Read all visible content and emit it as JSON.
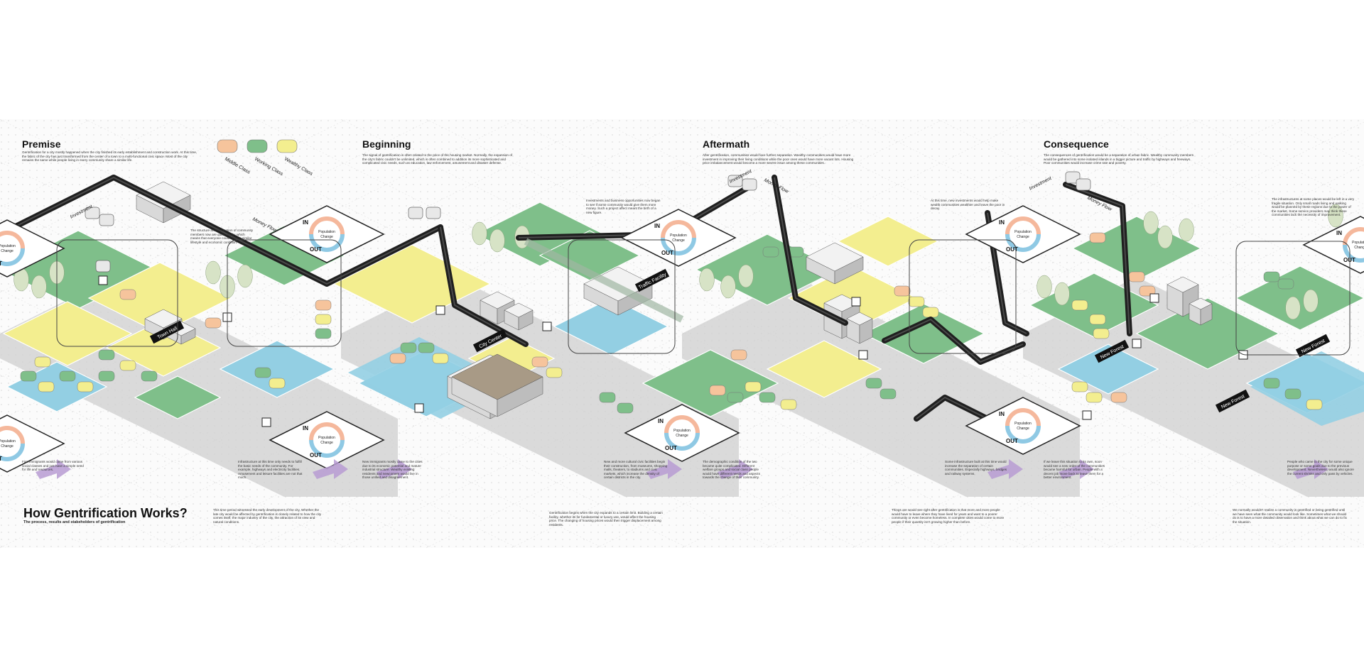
{
  "colors": {
    "background": "#ffffff",
    "dot_grid": "#d6d6d6",
    "green": "#7fbf8a",
    "green_dark": "#5a9e68",
    "yellow": "#f3ee8f",
    "blue": "#93cfe3",
    "peach": "#f6c49c",
    "grey_ground": "#cfcfcf",
    "money_flow": "#1f1f1f",
    "purple_arrow": "#b79bd2",
    "ring_in": "#f5b89c",
    "ring_out": "#8fc9e4"
  },
  "sections": [
    {
      "title": "Premise"
    },
    {
      "title": "Beginning"
    },
    {
      "title": "Aftermath"
    },
    {
      "title": "Consequence"
    }
  ],
  "legend": [
    {
      "label": "Middle Class",
      "color": "#f6c49c"
    },
    {
      "label": "Working Class",
      "color": "#7fbf8a"
    },
    {
      "label": "Wealthy Class",
      "color": "#f3ee8f"
    }
  ],
  "flow_labels": {
    "investment": "Investment",
    "money_flow": "Money Flow"
  },
  "population": {
    "in": "IN",
    "out": "OUT",
    "label_line1": "Population",
    "label_line2": "Change"
  },
  "tags": {
    "town_hall": "Town Hall",
    "city_center": "City Center",
    "traffic_facility": "Traffic Facility",
    "new_forest": "New Forest"
  },
  "footer": {
    "title": "How Gentrification Works?",
    "subtitle": "The process, results and stakeholders of gentrification"
  },
  "paragraphs": {
    "premise_intro": "Gentrification for a city mostly happened when the city finished its early establishment and construction work. At this time, the fabric of the city has just transformed from the center of a town to a multi-functional civic space. Most of the city remains the same while people living in every community share a similar life.",
    "beginning_intro": "The signal of gentrification is often related to the price of the housing market. Normally, the expansion of the city's fabric couldn't be unlimited, which is often combined to addition its more sophisticated and complicated civic needs, such as education, law enforcement, amusement and disaster defense.",
    "aftermath_intro": "After gentrification, communities would face further separation. Wealthy communities would have more investment in improving their living conditions while the poor ones would have more vacant lots. Housing price imbalancement would become a more severe issue among these communities.",
    "consequence_intro": "The consequences of gentrification would be a separation of urban fabric. Wealthy community members would be gathered into some isolated islands in a bigger picture and traffic by highways and freeways. Poor communities would increase crime rate and poverty.",
    "structure_note": "The structure and occupation of community members now are quite simple, which means that everyone could share a similar lifestyle and economic condition.",
    "investment_note": "Investments and business opportunities now began to see if some community would give them more money. Such a project affect meant the birth of a new figure.",
    "new_investment_note": "At this time, new investments would help make wealth communities wealthier and leave the poor in decay.",
    "infrastructure_note": "The infrastructures at some places would be left in a very fragile situation. Only small roads living and walking would be planned by these regions due to the power of the market. Some service providers may think these communities lack the necessity of improvement.",
    "immigrants_note": "First immigrants would come from various social classes and just have a simple need for life and resources.",
    "facilities_note": "Infrastructure at this time only needs to fulfill the basic needs of the community. For example, highways and electricity facilities. Amusement and leisure facilities are not that much.",
    "new_immigrants_note": "New immigrants mostly came to the cities due to its economic potential and mature industrial structure. Wealthy existing residents and newcomers would live in those unified and disagreement.",
    "cultural_note": "New and more cultural civic facilities begin their construction, from museums, shopping malls, theaters, to stadiums and civic markets, which increase the density of certain districts in the city.",
    "demographic_note": "The demographic condition of the two became quite complicated. Different welfare groups and social class people would have different needs and aspects towards the change of their community.",
    "infra_change_note": "Some infrastructure built at this time would increase the separation of certain communities. Especially highways, bridges and railway systems.",
    "leave_note": "If we leave this situation to its own, soon would see a new order of the communities became harmful for urban. People with a decent job move back to leave them for a better environment.",
    "left_people_note": "People who came to the city for some unique purpose or some goals due to the previous development. Nevertheless, would also ignore the current shrinks and only pass by vehicles.",
    "early_period_note": "This time period witnessed the early development of the city. Whether the late city would be affected by gentrification is closely related to how the city comes itself, the major industry of the city, the attraction of its view and natural conditions.",
    "beginning_note": "Gentrification begins when the city expands to a certain limit. Building a certain facility, whether its for fundamental or luxury use, would affect the housing price. The changing of housing prices would then trigger displacement among residents.",
    "aftermath_note": "Things are would see right after gentrification is that more and more people would have to leave where they have lived for years and want to a poorer community or even become homeless. In complete cities would come to more people if their quantity isn't growing higher than before.",
    "consequence_note": "We normally wouldn't realize a community is gentrified or being gentrified until we have seen what the community would look like. Sometimes what we should do is to have a more detailed observation and think about what we can do to fix the situation."
  }
}
